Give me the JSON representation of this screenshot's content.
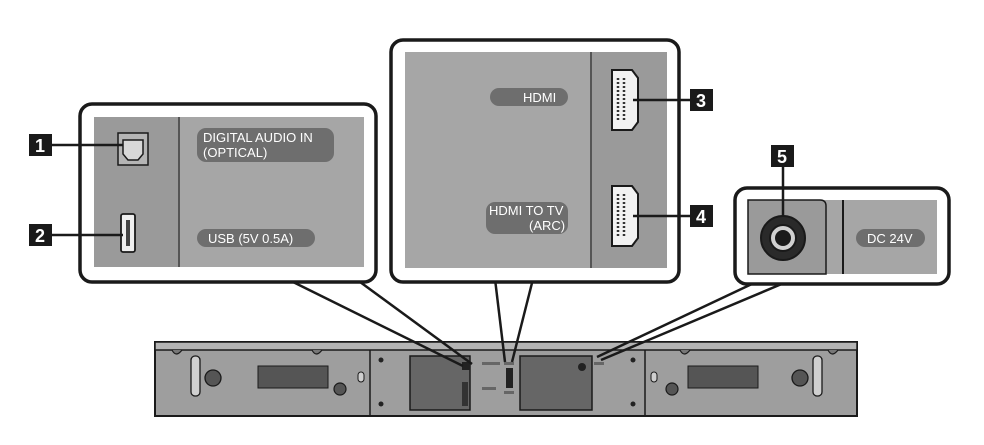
{
  "callouts": {
    "n1": "1",
    "n2": "2",
    "n3": "3",
    "n4": "4",
    "n5": "5"
  },
  "labels": {
    "optical_line1": "DIGITAL AUDIO IN",
    "optical_line2": "(OPTICAL)",
    "usb": "USB (5V 0.5A)",
    "hdmi": "HDMI",
    "hdmi_tv_line1": "HDMI TO TV",
    "hdmi_tv_line2": "(ARC)",
    "dc": "DC 24V"
  },
  "colors": {
    "panel_bg": "#a3a3a3",
    "panel_dark": "#8a8a8a",
    "label_bg": "#6d6d6d",
    "badge_bg": "#1a1a1a",
    "outline": "#1a1a1a",
    "soundbar_body": "#9c9c9c"
  }
}
